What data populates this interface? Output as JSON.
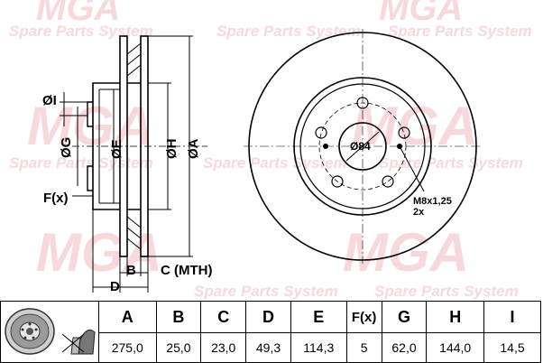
{
  "watermark": {
    "brand": "MGA",
    "tagline": "Spare Parts System",
    "color": "#f6d3d6"
  },
  "side_view": {
    "labels": {
      "I": "ØI",
      "G": "ØG",
      "E": "ØE",
      "H": "ØH",
      "A": "ØA",
      "F": "F(x)",
      "B": "B",
      "C": "C (MTH)",
      "D": "D"
    }
  },
  "front_view": {
    "center_label": "Ø84",
    "thread_label_1": "M8x1,25",
    "thread_label_2": "2x",
    "bolt_holes": 5
  },
  "table": {
    "headers": [
      "A",
      "B",
      "C",
      "D",
      "E",
      "F(x)",
      "G",
      "H",
      "I"
    ],
    "values": [
      "275,0",
      "25,0",
      "23,0",
      "49,3",
      "114,3",
      "5",
      "62,0",
      "144,0",
      "14,5"
    ]
  },
  "icons": [
    "brake-disc-icon",
    "brake-caliper-icon"
  ]
}
